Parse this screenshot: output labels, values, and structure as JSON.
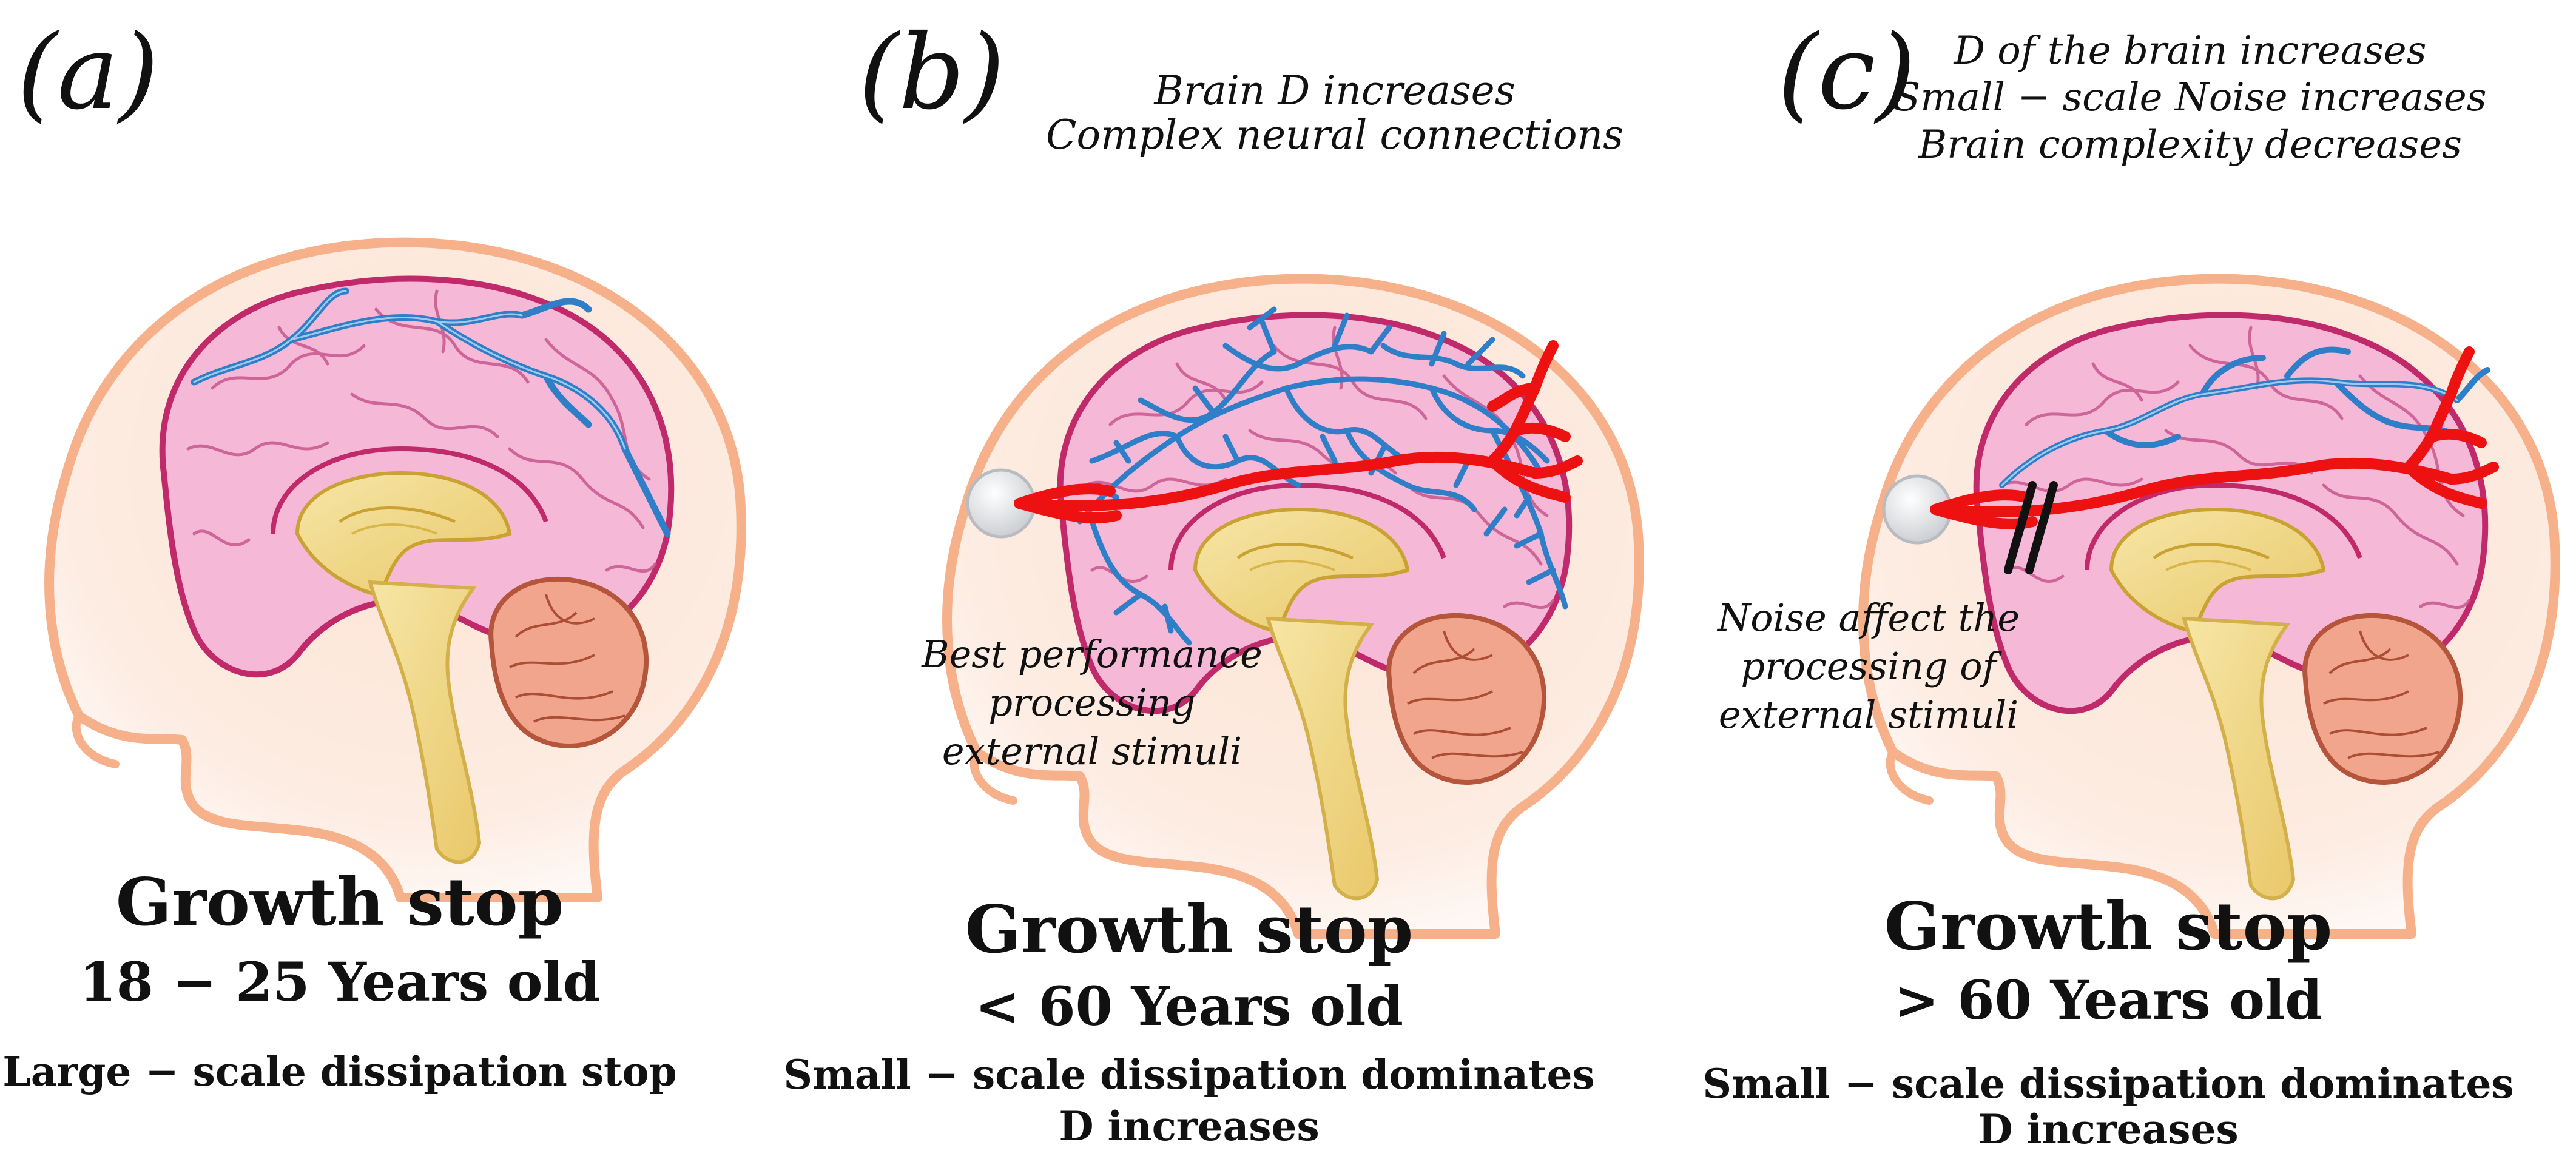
{
  "panels": [
    {
      "label": "(a)",
      "title": "Growth stop",
      "age": "18 − 25 Years old",
      "line1": "Large − scale dissipation stop",
      "line2": "",
      "top_notes": [],
      "side_notes": []
    },
    {
      "label": "(b)",
      "title": "Growth stop",
      "age": "< 60 Years old",
      "line1": "Small − scale dissipation dominates",
      "line2": "D increases",
      "top_notes": [
        "Brain D increases",
        "Complex neural connections"
      ],
      "side_notes": [
        "Best performance",
        "processing",
        "external stimuli"
      ]
    },
    {
      "label": "(c)",
      "title": "Growth stop",
      "age": "> 60 Years old",
      "line1": "Small − scale dissipation dominates",
      "line2": "D increases",
      "top_notes": [
        "D of the brain increases",
        "Small − scale Noise increases",
        "Brain complexity decreases"
      ],
      "side_notes": [
        "Noise affect the",
        "processing of",
        "external stimuli"
      ]
    }
  ],
  "colors": {
    "head_outline": "#f6b08a",
    "head_fill": "#fde6d8",
    "cortex": "#f5b8d6",
    "cortex_outline": "#c02a6a",
    "brainstem": "#f2dc8c",
    "cerebellum": "#f0a58c",
    "blue_network": "#2f7fc8",
    "red_pathway": "#ee1111",
    "eye": "#e4e6e8"
  },
  "icons": [
    "head-icon",
    "brain-icon",
    "eye-icon",
    "break-mark-icon"
  ]
}
